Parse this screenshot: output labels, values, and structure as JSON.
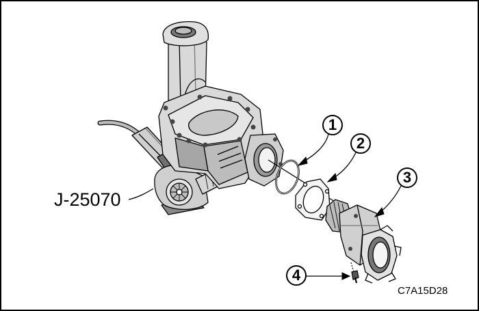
{
  "diagram": {
    "tool_label": "J-25070",
    "figure_code": "C7A15D28",
    "callouts": [
      {
        "number": "1",
        "icon": "callout-circle"
      },
      {
        "number": "2",
        "icon": "callout-circle"
      },
      {
        "number": "3",
        "icon": "callout-circle"
      },
      {
        "number": "4",
        "icon": "callout-circle"
      }
    ],
    "colors": {
      "background": "#ffffff",
      "housing_fill": "#d9d9d9",
      "housing_shade": "#a6a6a6",
      "dark_shade": "#555555",
      "line": "#000000"
    }
  }
}
